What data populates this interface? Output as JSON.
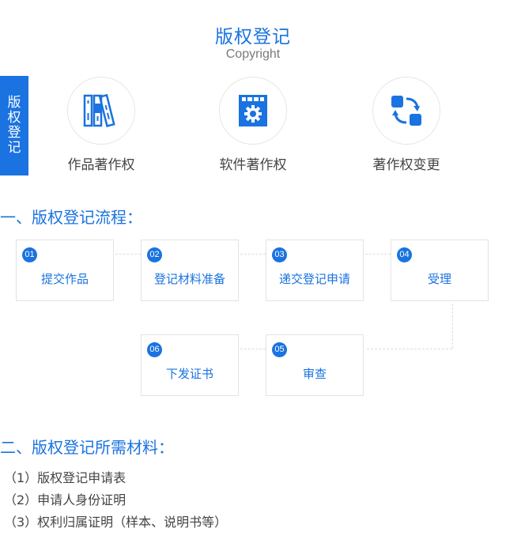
{
  "header": {
    "title": "版权登记",
    "subtitle": "Copyright"
  },
  "side_tab": {
    "label": "版权登记"
  },
  "categories": [
    {
      "label": "作品著作权",
      "icon": "books-icon"
    },
    {
      "label": "软件著作权",
      "icon": "software-gear-icon"
    },
    {
      "label": "著作权变更",
      "icon": "exchange-icon"
    }
  ],
  "process": {
    "title": "一、版权登记流程：",
    "steps": [
      {
        "num": "01",
        "label": "提交作品"
      },
      {
        "num": "02",
        "label": "登记材料准备"
      },
      {
        "num": "03",
        "label": "递交登记申请"
      },
      {
        "num": "04",
        "label": "受理"
      },
      {
        "num": "05",
        "label": "审查"
      },
      {
        "num": "06",
        "label": "下发证书"
      }
    ]
  },
  "materials": {
    "title": "二、版权登记所需材料：",
    "items": [
      "（1）版权登记申请表",
      "（2）申请人身份证明",
      "（3）权利归属证明（样本、说明书等）"
    ]
  },
  "colors": {
    "accent": "#1a73e0",
    "text": "#444444",
    "subtitle": "#7a7a7a",
    "border": "#e3e3e3"
  }
}
